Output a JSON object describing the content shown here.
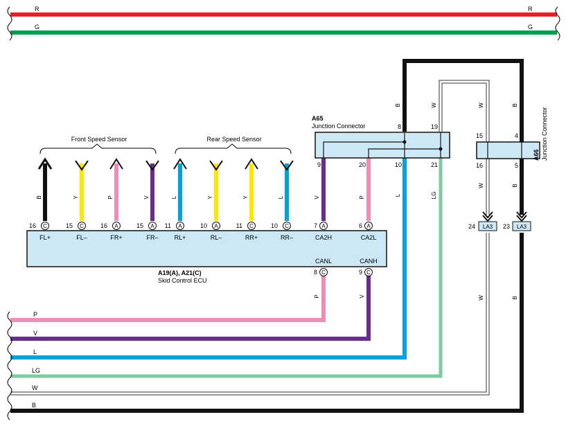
{
  "top_wires": [
    {
      "label": "R",
      "color": "#e8202a"
    },
    {
      "label": "G",
      "color": "#00a050"
    }
  ],
  "ecu": {
    "ids": "A19(A), A21(C)",
    "name": "Skid Control ECU",
    "pins": [
      {
        "num": "16",
        "conn": "C",
        "label": "FL+",
        "wire": "B"
      },
      {
        "num": "15",
        "conn": "C",
        "label": "FL–",
        "wire": "Y"
      },
      {
        "num": "16",
        "conn": "A",
        "label": "FR+",
        "wire": "P"
      },
      {
        "num": "15",
        "conn": "A",
        "label": "FR–",
        "wire": "V"
      },
      {
        "num": "11",
        "conn": "A",
        "label": "RL+",
        "wire": "L"
      },
      {
        "num": "10",
        "conn": "A",
        "label": "RL–",
        "wire": "Y"
      },
      {
        "num": "11",
        "conn": "C",
        "label": "RR+",
        "wire": "Y"
      },
      {
        "num": "10",
        "conn": "C",
        "label": "RR–",
        "wire": "L"
      },
      {
        "num": "7",
        "conn": "A",
        "label": "CA2H",
        "wire": "V"
      },
      {
        "num": "6",
        "conn": "A",
        "label": "CA2L",
        "wire": "P"
      }
    ],
    "bottom_pins": [
      {
        "num": "8",
        "conn": "C",
        "label": "CANL",
        "wire": "P"
      },
      {
        "num": "9",
        "conn": "C",
        "label": "CANH",
        "wire": "V"
      }
    ]
  },
  "sensors": {
    "front": "Front Speed Sensor",
    "rear": "Rear Speed Sensor"
  },
  "a65": {
    "id": "A65",
    "name": "Junction Connector",
    "top_pins": [
      "8",
      "19"
    ],
    "top_wires": [
      "B",
      "W"
    ],
    "bottom_pins": [
      "9",
      "20",
      "10",
      "21"
    ],
    "bottom_wires": [
      "L",
      "LG"
    ]
  },
  "a66": {
    "id": "A66",
    "name": "Junction Connector",
    "top_pins": [
      "15",
      "4"
    ],
    "top_wires": [
      "W",
      "B"
    ],
    "bottom_pins": [
      "16",
      "5"
    ],
    "bottom_wires": [
      "W",
      "B"
    ]
  },
  "la3": [
    {
      "num": "24",
      "label": "LA3",
      "wire": "W"
    },
    {
      "num": "23",
      "label": "LA3",
      "wire": "B"
    }
  ],
  "bottom_wires": [
    {
      "label": "P",
      "color": "#f08cba"
    },
    {
      "label": "V",
      "color": "#6a2c91"
    },
    {
      "label": "L",
      "color": "#00a3e0"
    },
    {
      "label": "LG",
      "color": "#7fcba0"
    },
    {
      "label": "W",
      "color": "#ffffff"
    },
    {
      "label": "B",
      "color": "#111111"
    }
  ],
  "colors": {
    "B": "#111111",
    "Y": "#ffe600",
    "P": "#f08cba",
    "V": "#6a2c91",
    "L": "#00a3e0",
    "LG": "#7fcba0",
    "W": "#ffffff",
    "R": "#e8202a",
    "G": "#00a050",
    "box_fill": "#cce8f6"
  }
}
